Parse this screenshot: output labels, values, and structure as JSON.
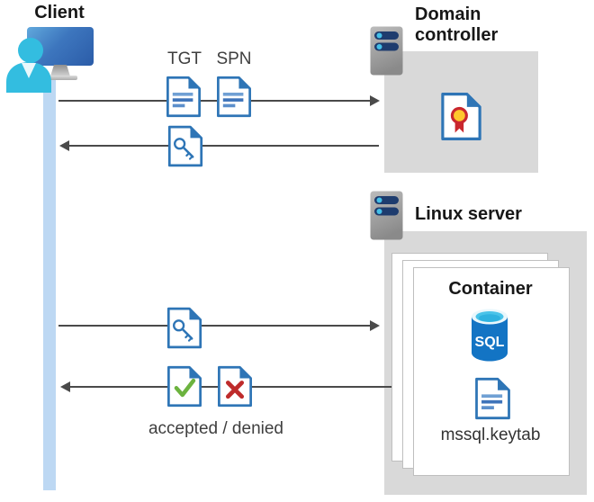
{
  "nodes": {
    "client": {
      "label": "Client"
    },
    "domain_controller": {
      "label": "Domain controller"
    },
    "linux_server": {
      "label": "Linux server"
    },
    "container": {
      "label": "Container"
    },
    "sql_database": {
      "label": "SQL"
    },
    "keytab_file": {
      "label": "mssql.keytab"
    }
  },
  "messages": {
    "tgt": {
      "label": "TGT"
    },
    "spn": {
      "label": "SPN"
    },
    "result": {
      "label": "accepted / denied"
    }
  },
  "flows": [
    {
      "from": "client",
      "to": "domain_controller",
      "direction": "right"
    },
    {
      "from": "domain_controller",
      "to": "client",
      "direction": "left"
    },
    {
      "from": "client",
      "to": "linux_server",
      "direction": "right"
    },
    {
      "from": "linux_server",
      "to": "client",
      "direction": "left"
    }
  ],
  "icons": [
    "monitor-user-icon",
    "server-icon",
    "document-icon",
    "key-ticket-document-icon",
    "certificate-document-icon",
    "check-document-icon",
    "x-document-icon",
    "sql-database-icon"
  ],
  "colors": {
    "doc_blue": "#2E75B6",
    "doc_line_light": "#70A0D4",
    "doc_line_dark": "#3E73B9",
    "person_cyan": "#33BDE0",
    "lifeline_blue": "#BDD8F3",
    "box_gray": "#D9D9D9",
    "arrow_gray": "#4A4A4A",
    "check_green": "#6CB33F",
    "error_red": "#BE2B2B",
    "cert_yellow": "#FFC72C",
    "cert_red": "#C9272D",
    "server_bar_navy": "#1E3C6E",
    "server_dot_cyan": "#44C0E8",
    "sql_body_blue": "#1374C4",
    "sql_top_cyan": "#49C3E9"
  }
}
